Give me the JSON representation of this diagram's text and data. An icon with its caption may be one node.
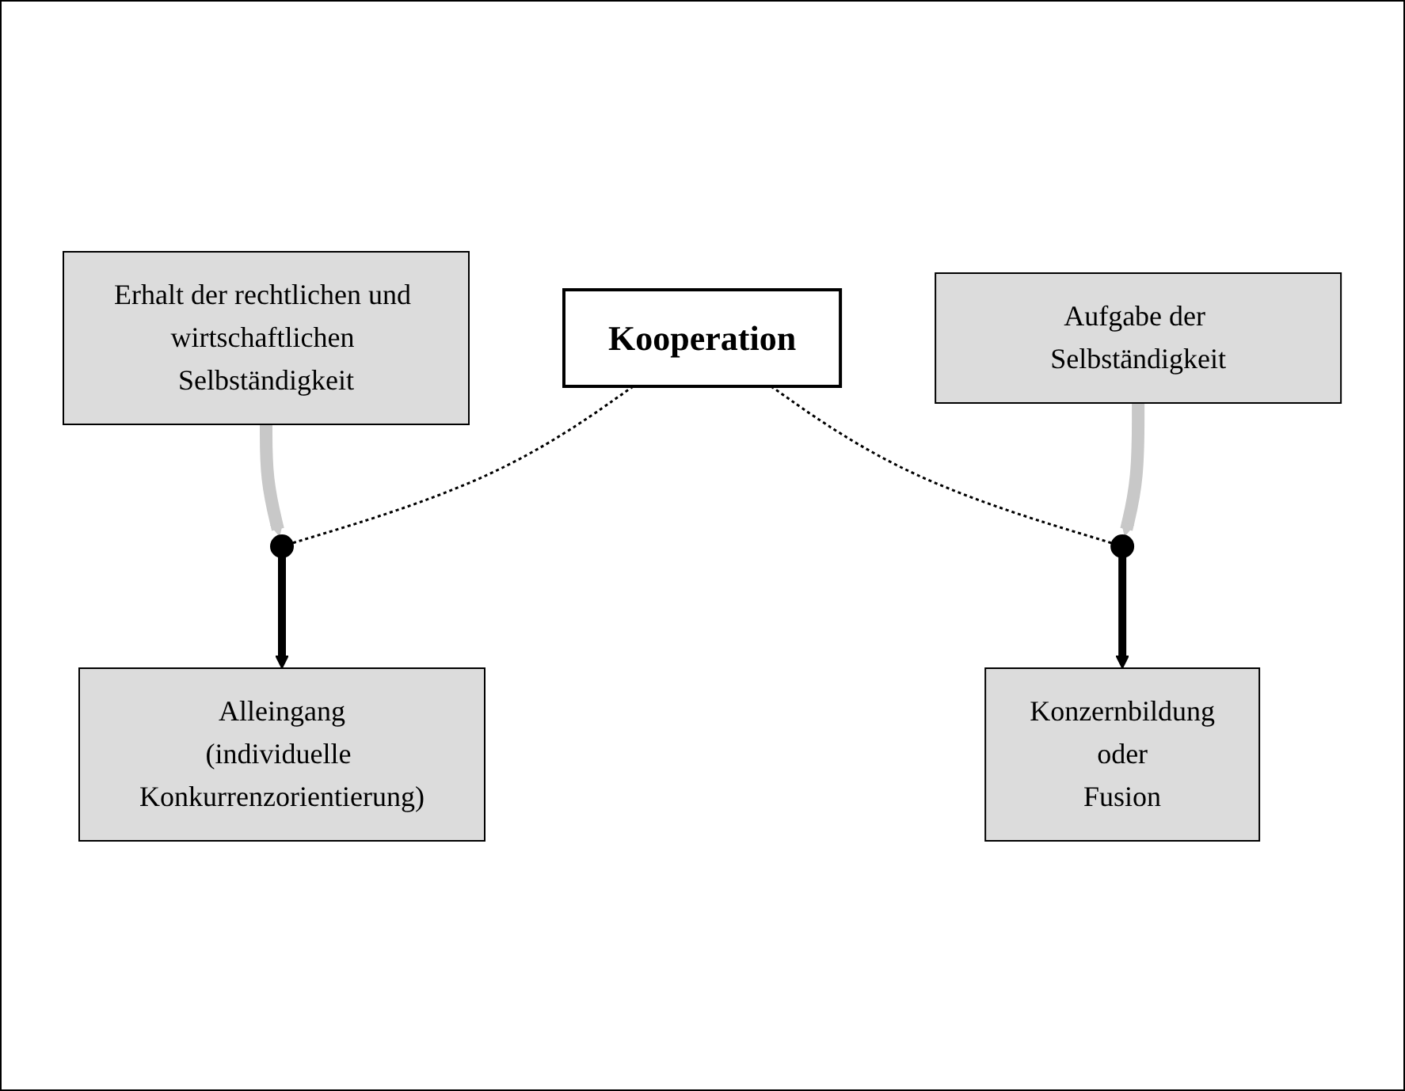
{
  "diagram": {
    "nodes": [
      {
        "text": [
          "Erhalt der rechtlichen und wirtschaftlichen Selbständigkeit"
        ]
      },
      {
        "text": [
          "Kooperation"
        ]
      },
      {
        "text": [
          "Aufgabe der Selbständigkeit"
        ]
      },
      {
        "text": [],
        "shape": "circle"
      },
      {
        "text": [],
        "shape": "circle"
      },
      {
        "text": [
          "Alleingang",
          "(individuelle Konkurrenzorientierung)"
        ]
      },
      {
        "text": [
          "Konzernbildung",
          "oder",
          "Fusion"
        ]
      }
    ],
    "edges": [
      {
        "from": 0,
        "to": 3,
        "arrow": "to",
        "color": "#c8c8c8"
      },
      {
        "from": 2,
        "to": 4,
        "arrow": "to",
        "color": "#c8c8c8"
      },
      {
        "from": 1,
        "to": 3,
        "arrow": "none",
        "style": "dashed"
      },
      {
        "from": 1,
        "to": 4,
        "arrow": "none",
        "style": "dashed"
      },
      {
        "from": 3,
        "to": 5,
        "arrow": "to"
      },
      {
        "from": 4,
        "to": 6,
        "arrow": "to"
      }
    ]
  }
}
